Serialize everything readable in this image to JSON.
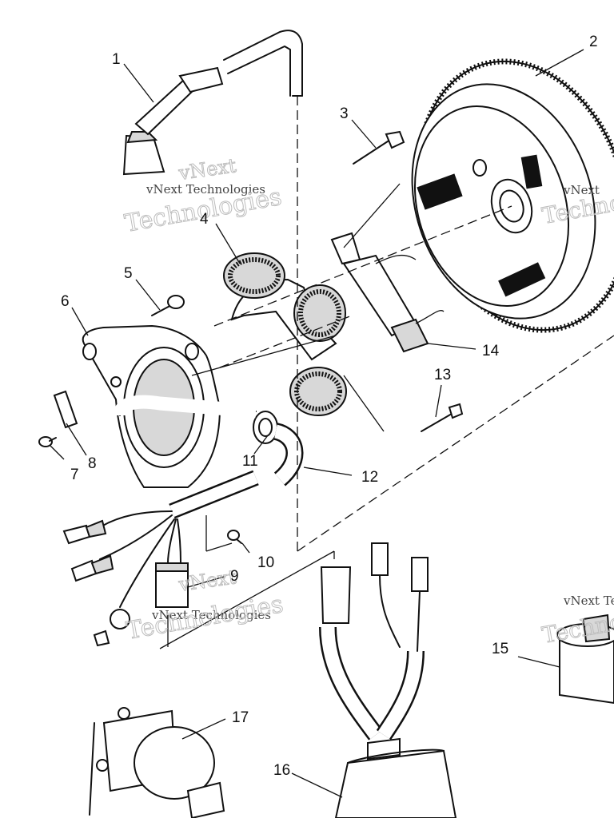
{
  "callouts": [
    "1",
    "2",
    "3",
    "4",
    "5",
    "6",
    "7",
    "8",
    "9",
    "10",
    "11",
    "12",
    "13",
    "14",
    "15",
    "16",
    "17"
  ],
  "watermark": {
    "brand": "vNext",
    "line": "vNext Technologies",
    "word": "Technologies"
  },
  "colors": {
    "ink": "#111111",
    "paper": "#ffffff",
    "watermark": "#bdbdbd"
  }
}
